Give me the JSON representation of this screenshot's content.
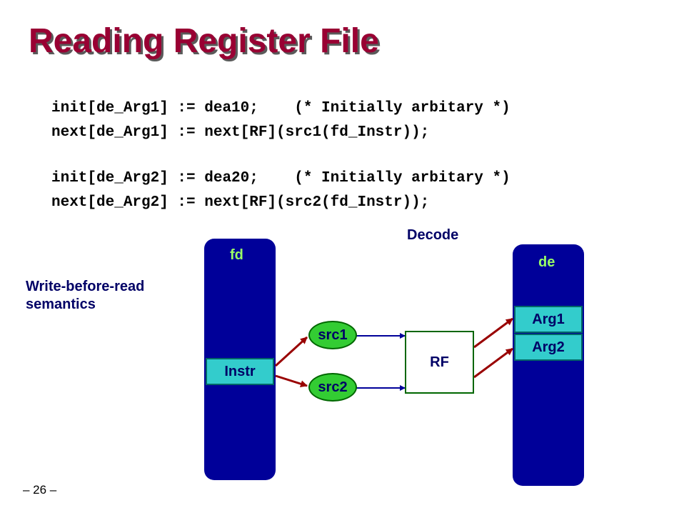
{
  "slide": {
    "title": "Reading Register File",
    "page_number": "– 26 –"
  },
  "code_lines": [
    "init[de_Arg1] := dea10;    (* Initially arbitary *)",
    "next[de_Arg1] := next[RF](src1(fd_Instr));",
    "init[de_Arg2] := dea20;    (* Initially arbitary *)",
    "next[de_Arg2] := next[RF](src2(fd_Instr));"
  ],
  "diagram": {
    "note_line1": "Write-before-read",
    "note_line2": "semantics",
    "decode_label": "Decode",
    "fd_stage": {
      "label": "fd",
      "register": "Instr"
    },
    "de_stage": {
      "label": "de",
      "registers": [
        "Arg1",
        "Arg2"
      ]
    },
    "ovals": [
      "src1",
      "src2"
    ],
    "rf_label": "RF"
  },
  "colors": {
    "title": "#990033",
    "stage_fill": "#000099",
    "stage_label": "#99ff66",
    "register_fill": "#33cccc",
    "oval_fill": "#33cc33",
    "red_wire": "#990000",
    "blue_wire": "#000099"
  }
}
